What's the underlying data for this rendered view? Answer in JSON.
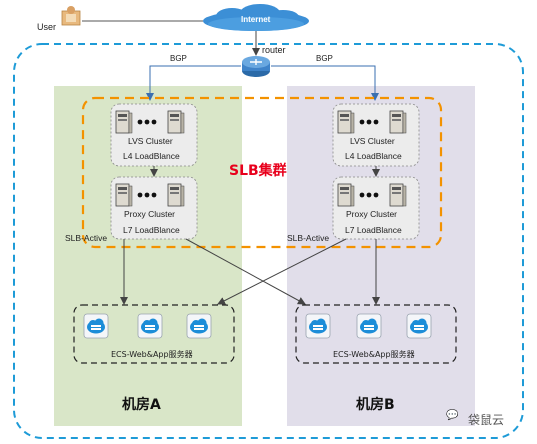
{
  "user_label": "User",
  "internet_label": "Internet",
  "router_label": "router",
  "bgp_left": "BGP",
  "bgp_right": "BGP",
  "slb_cluster_label": "SLB集群",
  "left": {
    "lvs_cluster": "LVS Cluster",
    "l4": "L4 LoadBlance",
    "proxy_cluster": "Proxy Cluster",
    "l7": "L7 LoadBlance",
    "slb_active": "SLB-Active",
    "ecs": "ECS-Web&App服务器",
    "room": "机房A"
  },
  "right": {
    "lvs_cluster": "LVS Cluster",
    "l4": "L4 LoadBlance",
    "proxy_cluster": "Proxy Cluster",
    "l7": "L7 LoadBlance",
    "slb_active": "SLB-Active",
    "ecs": "ECS-Web&App服务器",
    "room": "机房B"
  },
  "watermark": "袋鼠云",
  "colors": {
    "zone_a_fill": "#d9e6c8",
    "zone_b_fill": "#e1deea",
    "slb_border": "#f39200",
    "slb_text": "#e8001c",
    "outer_dash": "#1e9bd7",
    "ecs_icon": "#1c8dd8"
  }
}
